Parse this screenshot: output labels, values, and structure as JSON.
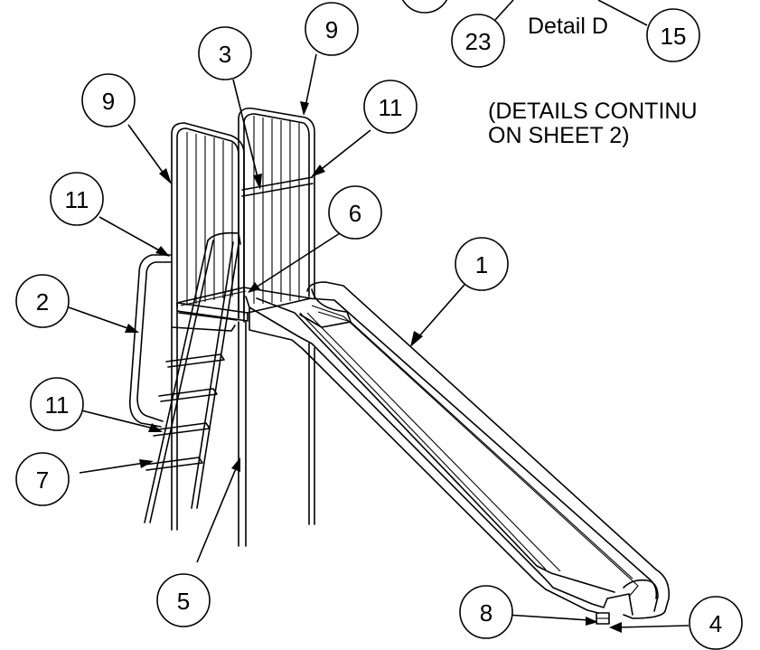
{
  "detail_label": "Detail D",
  "note": {
    "line1": "(DETAILS CONTINU",
    "line2": "ON SHEET 2)"
  },
  "balloons": [
    {
      "id": "b-23",
      "label": "23"
    },
    {
      "id": "b-15",
      "label": "15"
    },
    {
      "id": "b-9a",
      "label": "9"
    },
    {
      "id": "b-3",
      "label": "3"
    },
    {
      "id": "b-9b",
      "label": "9"
    },
    {
      "id": "b-11a",
      "label": "11"
    },
    {
      "id": "b-11b",
      "label": "11"
    },
    {
      "id": "b-6",
      "label": "6"
    },
    {
      "id": "b-1",
      "label": "1"
    },
    {
      "id": "b-2",
      "label": "2"
    },
    {
      "id": "b-11c",
      "label": "11"
    },
    {
      "id": "b-7",
      "label": "7"
    },
    {
      "id": "b-5",
      "label": "5"
    },
    {
      "id": "b-8",
      "label": "8"
    },
    {
      "id": "b-4",
      "label": "4"
    }
  ]
}
